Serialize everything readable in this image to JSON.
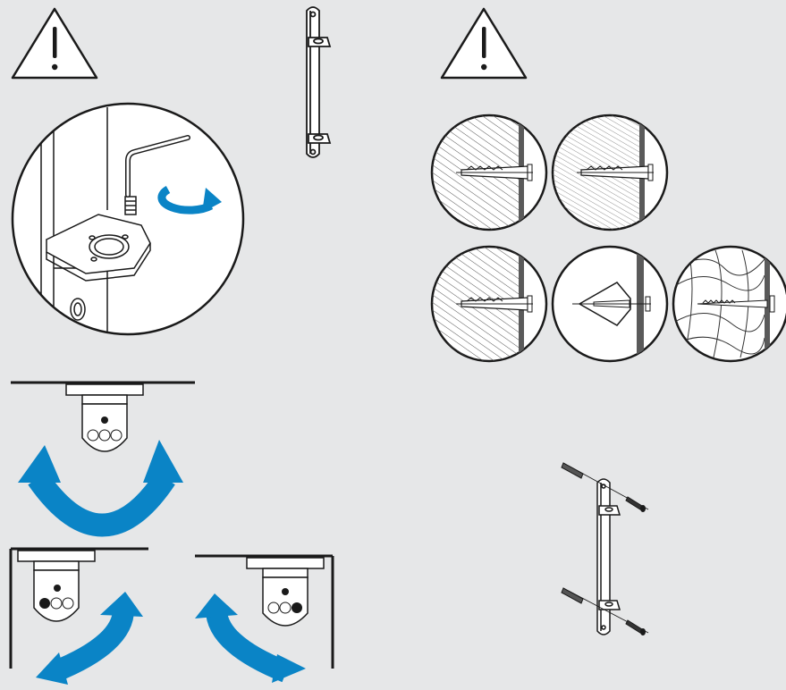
{
  "colors": {
    "background": "#e6e7e8",
    "line": "#1a1a1a",
    "fill_white": "#ffffff",
    "arrow_blue": "#0a84c6",
    "hatch": "#555555",
    "plate": "#5a5a5a"
  },
  "panels": [
    {
      "name": "warning-mounting",
      "icon": "warning-triangle-icon"
    },
    {
      "name": "bracket-tighten-with-hex-key",
      "icon": "hex-key-icon"
    },
    {
      "name": "wall-bracket-front",
      "icon": "bracket-icon"
    },
    {
      "name": "warning-wall-type",
      "icon": "warning-triangle-icon"
    },
    {
      "name": "wall-anchor-types",
      "icon": "anchor-icon",
      "count": 5
    },
    {
      "name": "swivel-ceiling",
      "icon": "rotate-arrow-icon"
    },
    {
      "name": "swivel-corner-left",
      "icon": "rotate-arrow-icon"
    },
    {
      "name": "swivel-corner-right",
      "icon": "rotate-arrow-icon"
    },
    {
      "name": "bracket-with-screws-and-anchors",
      "icon": "screw-icon",
      "count": 4
    }
  ]
}
